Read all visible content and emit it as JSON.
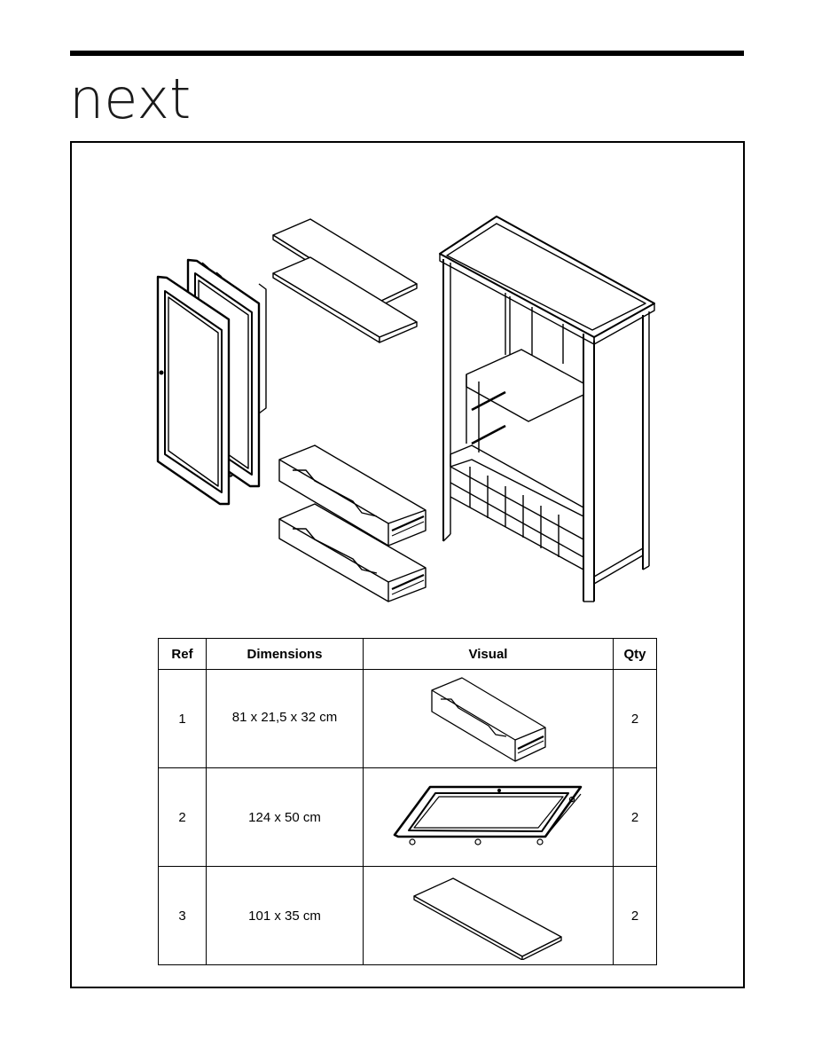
{
  "brand": {
    "logo_text": "next"
  },
  "table": {
    "headers": {
      "ref": "Ref",
      "dimensions": "Dimensions",
      "visual": "Visual",
      "qty": "Qty"
    },
    "rows": [
      {
        "ref": "1",
        "dimensions": "81 x 21,5 x 32 cm",
        "visual": "drawer-icon",
        "qty": "2"
      },
      {
        "ref": "2",
        "dimensions": "124 x 50 cm",
        "visual": "glass-door-icon",
        "qty": "2"
      },
      {
        "ref": "3",
        "dimensions": "101 x 35 cm",
        "visual": "shelf-icon",
        "qty": "2"
      }
    ]
  }
}
